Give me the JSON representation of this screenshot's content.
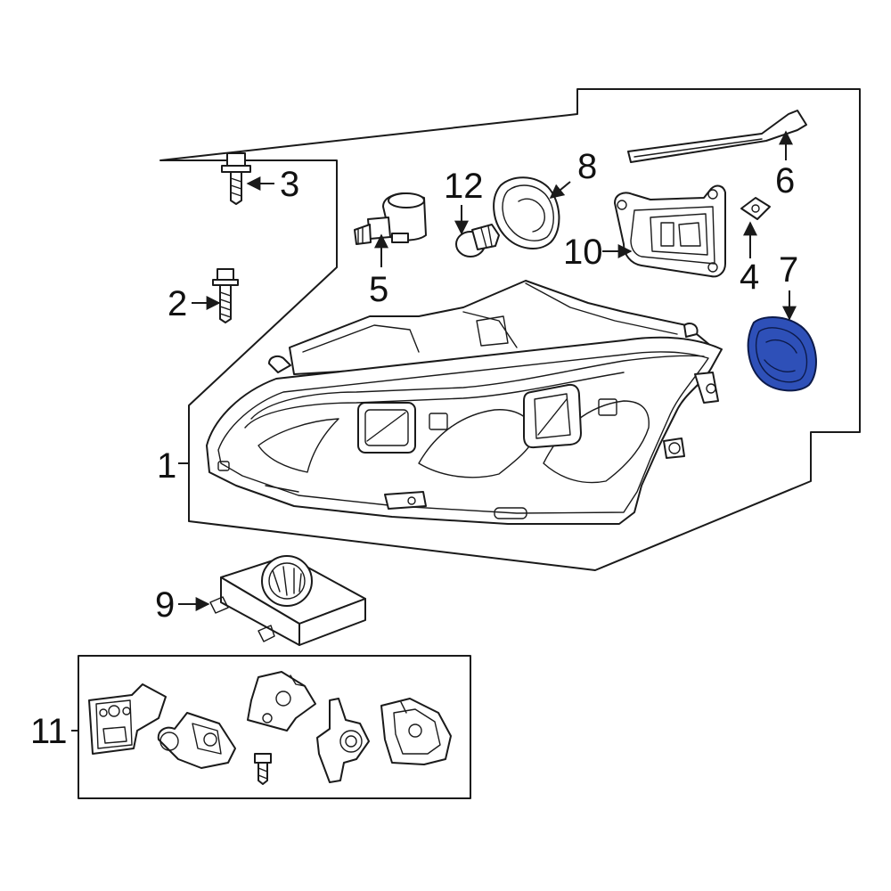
{
  "callouts": {
    "c1": "1",
    "c2": "2",
    "c3": "3",
    "c4": "4",
    "c5": "5",
    "c6": "6",
    "c7": "7",
    "c8": "8",
    "c9": "9",
    "c10": "10",
    "c11": "11",
    "c12": "12"
  },
  "highlight": {
    "part": "7",
    "fill": "#2e50b8",
    "stroke": "#0c1a4a"
  }
}
